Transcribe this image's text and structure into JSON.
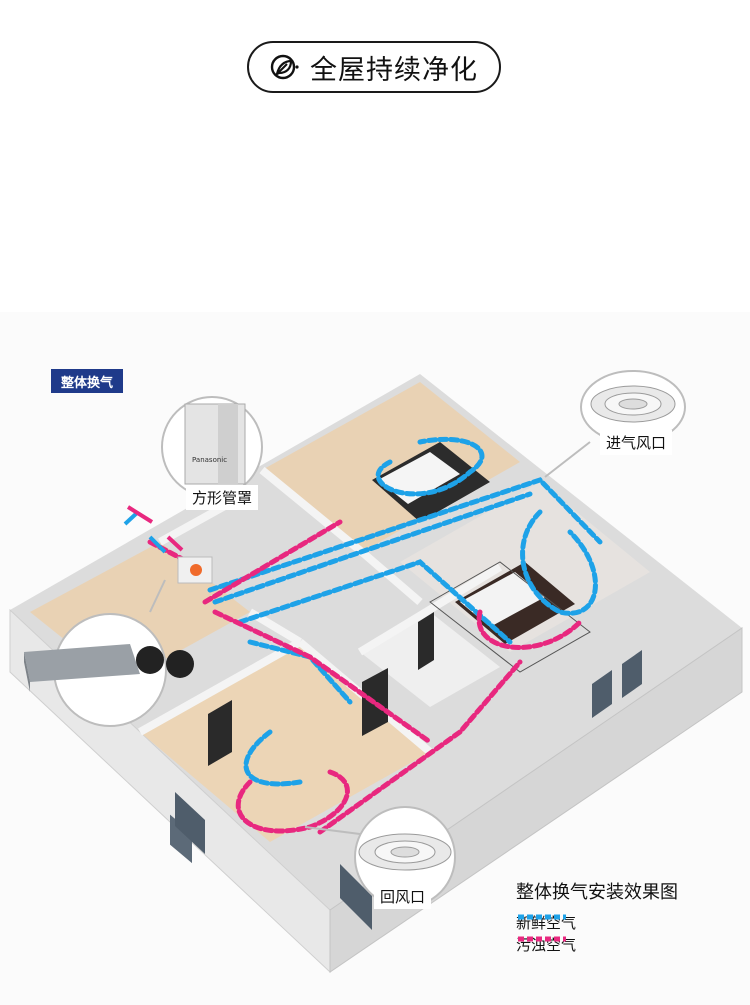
{
  "header": {
    "title": "全屋持续净化",
    "icon": "leaf-icon"
  },
  "scene": {
    "tag_label": "整体换气",
    "callouts": {
      "duct_cover": "方形管罩",
      "supply_vent": "进气风口",
      "return_vent": "回风口"
    },
    "brand_text": "Panasonic"
  },
  "legend": {
    "title": "整体换气安装效果图",
    "items": [
      {
        "label": "新鲜空气",
        "color": "#1ea2e8"
      },
      {
        "label": "污浊空气",
        "color": "#e8287f"
      }
    ]
  },
  "colors": {
    "fresh_air": "#1ea2e8",
    "exhaust_air": "#e8287f",
    "tag_bg": "#1f3a8a",
    "floor": "#e9d2b4",
    "wall": "#f2f2f2"
  }
}
